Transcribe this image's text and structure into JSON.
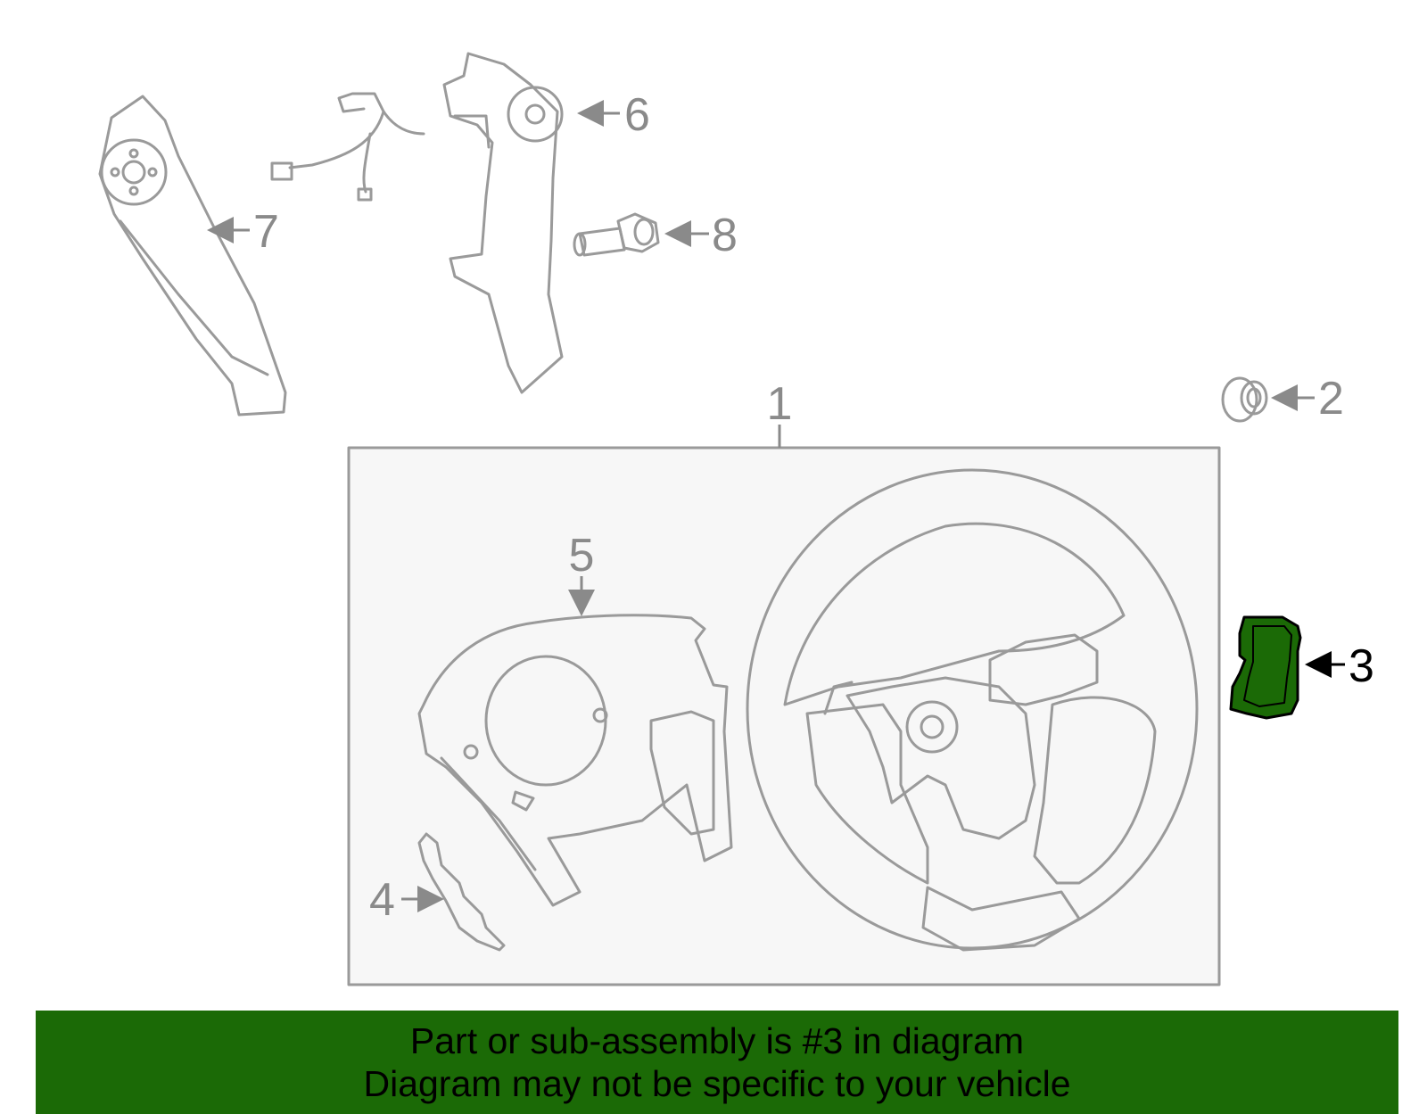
{
  "diagram": {
    "callouts": {
      "c1": "1",
      "c2": "2",
      "c3": "3",
      "c4": "4",
      "c5": "5",
      "c6": "6",
      "c7": "7",
      "c8": "8"
    },
    "highlighted_part": "3",
    "highlight_color": "#1b6a06",
    "line_color": "#9a9a9a"
  },
  "banner": {
    "line1": "Part or sub-assembly is #3 in diagram",
    "line2": "Diagram may not be specific to your vehicle",
    "background": "#1b6a06"
  }
}
